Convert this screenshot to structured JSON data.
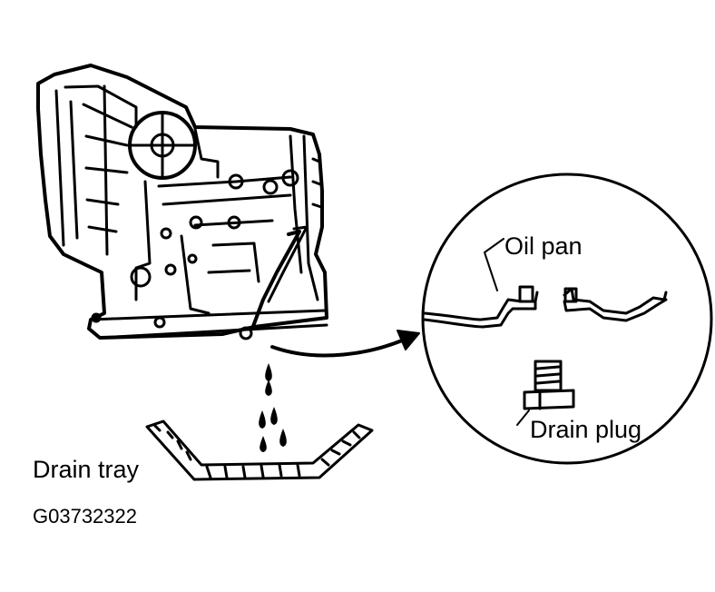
{
  "labels": {
    "oil_pan": "Oil pan",
    "drain_plug": "Drain plug",
    "drain_tray": "Drain tray",
    "figure_code": "G03732322"
  },
  "colors": {
    "ink": "#000000",
    "paper": "#ffffff"
  }
}
